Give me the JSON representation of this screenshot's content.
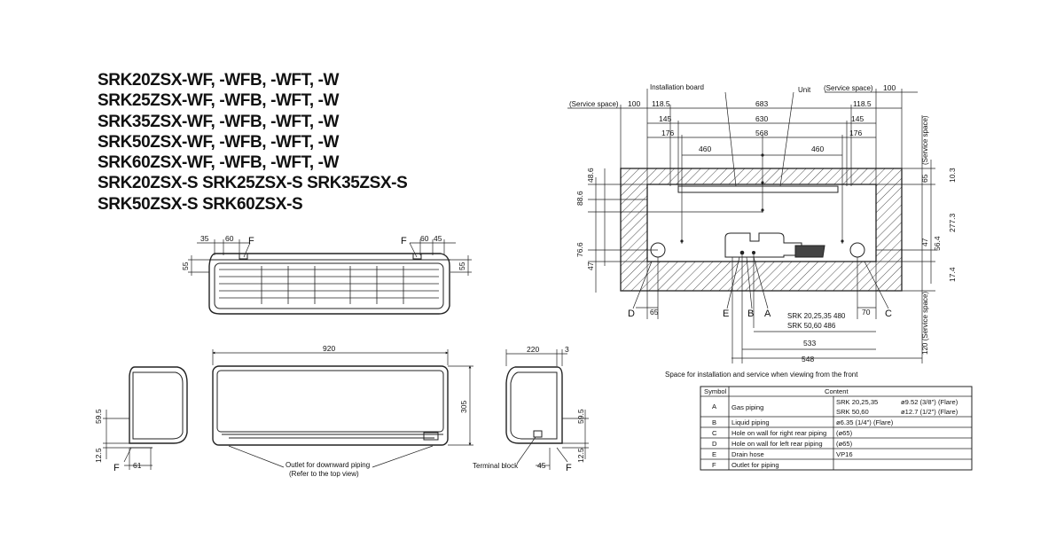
{
  "models": [
    "SRK20ZSX-WF, -WFB, -WFT, -W",
    "SRK25ZSX-WF, -WFB, -WFT, -W",
    "SRK35ZSX-WF, -WFB, -WFT, -W",
    "SRK50ZSX-WF, -WFB, -WFT, -W",
    "SRK60ZSX-WF, -WFB, -WFT, -W",
    "SRK20ZSX-S  SRK25ZSX-S  SRK35ZSX-S",
    "SRK50ZSX-S  SRK60ZSX-S"
  ],
  "top_view": {
    "dim_35": "35",
    "dim_60_l": "60",
    "label_f_l": "F",
    "label_f_r": "F",
    "dim_60_r": "60",
    "dim_45": "45",
    "dim_55_l": "55",
    "dim_55_r": "55"
  },
  "side_left": {
    "dim_59_5": "59.5",
    "dim_12_5": "12.5",
    "dim_61": "61",
    "label_f": "F"
  },
  "front_view": {
    "dim_920": "920",
    "dim_305": "305",
    "outlet_line1": "Outlet for downward piping",
    "outlet_line2": "(Refer to the top view)"
  },
  "side_right": {
    "dim_220": "220",
    "dim_3": "3",
    "dim_59_5": "59.5",
    "dim_12_5": "12.5",
    "dim_45": "45",
    "label_f": "F",
    "terminal_block": "Terminal block"
  },
  "install": {
    "installation_board": "Installation board",
    "unit": "Unit",
    "service_space_top": "(Service space)",
    "dim_100_top": "100",
    "service_space_left": "(Service space)",
    "dim_100_left": "100",
    "dim_118_5_l": "118.5",
    "dim_683": "683",
    "dim_118_5_r": "118.5",
    "dim_145_l": "145",
    "dim_630": "630",
    "dim_145_r": "145",
    "dim_176_l": "176",
    "dim_568": "568",
    "dim_176_r": "176",
    "dim_460_l": "460",
    "dim_460_r": "460",
    "dim_48_6": "48.6",
    "dim_88_6": "88.6",
    "dim_76_6": "76.6",
    "dim_47_l": "47",
    "service_space_right": "(Service space)",
    "dim_65_r": "65",
    "dim_10_3": "10.3",
    "dim_277_3": "277.3",
    "dim_47_r": "47",
    "dim_56_4": "56.4",
    "dim_17_4": "17.4",
    "service_space_bottom": "120 (Service space)",
    "label_d": "D",
    "label_e": "E",
    "label_b": "B",
    "label_a": "A",
    "label_c": "C",
    "dim_65_l": "65",
    "dim_70": "70",
    "srk_row1": "SRK 20,25,35   480",
    "srk_row2": "SRK 50,60        486",
    "dim_533": "533",
    "dim_548": "548",
    "caption": "Space for installation and service when viewing from the front"
  },
  "table": {
    "header_symbol": "Symbol",
    "header_content": "Content",
    "rows": [
      {
        "symbol": "A",
        "name": "Gas piping",
        "detail1": "SRK 20,25,35",
        "spec1": "ø9.52 (3/8\") (Flare)",
        "detail2": "SRK 50,60",
        "spec2": "ø12.7 (1/2\") (Flare)"
      },
      {
        "symbol": "B",
        "name": "Liquid piping",
        "detail1": "ø6.35 (1/4\") (Flare)"
      },
      {
        "symbol": "C",
        "name": "Hole on wall for right rear piping",
        "detail1": "(ø65)"
      },
      {
        "symbol": "D",
        "name": "Hole on wall for left rear piping",
        "detail1": "(ø65)"
      },
      {
        "symbol": "E",
        "name": "Drain hose",
        "detail1": "VP16"
      },
      {
        "symbol": "F",
        "name": "Outlet for piping",
        "detail1": ""
      }
    ]
  }
}
